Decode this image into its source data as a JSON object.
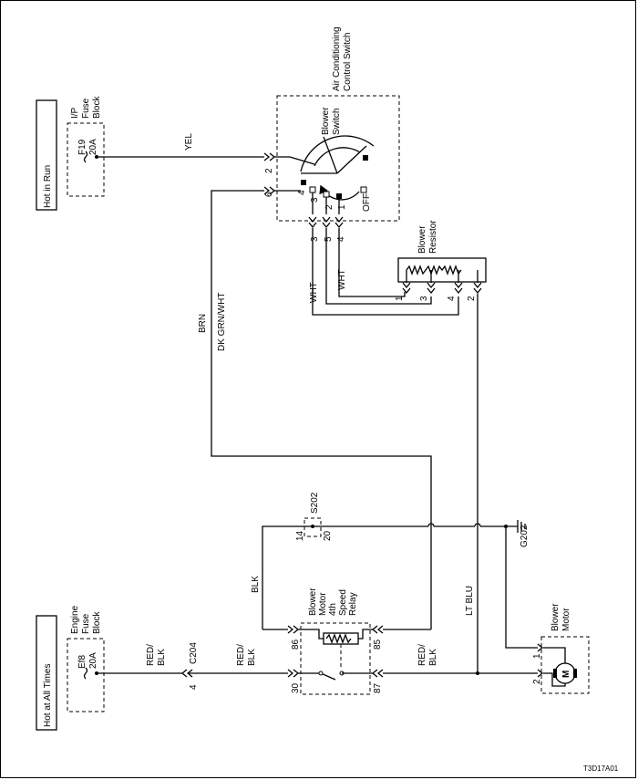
{
  "power": {
    "hot_in_run": "Hot in Run",
    "hot_at_all_times": "Hot at All Times"
  },
  "fuse_blocks": {
    "ip": {
      "line1": "I/P",
      "line2": "Fuse",
      "line3": "Block",
      "fuse_id": "F19",
      "fuse_rating": "20A"
    },
    "engine": {
      "line1": "Engine",
      "line2": "Fuse",
      "line3": "Block",
      "fuse_id": "Ef8",
      "fuse_rating": "20A"
    }
  },
  "wires": {
    "yel": "YEL",
    "brn": "BRN",
    "dk_grn_wht": "DK GRN/WHT",
    "wht_a": "WHT",
    "wht_b": "WHT",
    "blk": "BLK",
    "lt_blu": "LT BLU",
    "red_blk_1a": "RED/",
    "red_blk_1b": "BLK",
    "red_blk_2a": "RED/",
    "red_blk_2b": "BLK",
    "red_blk_3a": "RED/",
    "red_blk_3b": "BLK"
  },
  "ac_switch": {
    "title1": "Air Conditioning",
    "title2": "Control Switch",
    "blower1": "Blower",
    "blower2": "Switch",
    "off": "OFF",
    "pin_2": "2",
    "pin_6": "6",
    "pos_4": "4",
    "pos_3": "3",
    "pos_2": "2",
    "pos_1": "1",
    "out_3": "3",
    "out_5": "5",
    "out_4": "4"
  },
  "resistor": {
    "title1": "Blower",
    "title2": "Resistor",
    "pin_1": "1",
    "pin_3": "3",
    "pin_4": "4",
    "pin_2": "2"
  },
  "splice": {
    "id": "S202",
    "pin_14": "14",
    "pin_20": "20"
  },
  "ground": {
    "id": "G202"
  },
  "connector": {
    "id": "C204",
    "pin": "4"
  },
  "relay": {
    "l1": "Blower",
    "l2": "Motor",
    "l3": "4th",
    "l4": "Speed",
    "l5": "Relay",
    "pin_86": "86",
    "pin_85": "85",
    "pin_30": "30",
    "pin_87": "87"
  },
  "motor": {
    "l1": "Blower",
    "l2": "Motor",
    "symbol": "M",
    "pin_1": "1",
    "pin_2": "2"
  },
  "figure_code": "T3D17A01"
}
